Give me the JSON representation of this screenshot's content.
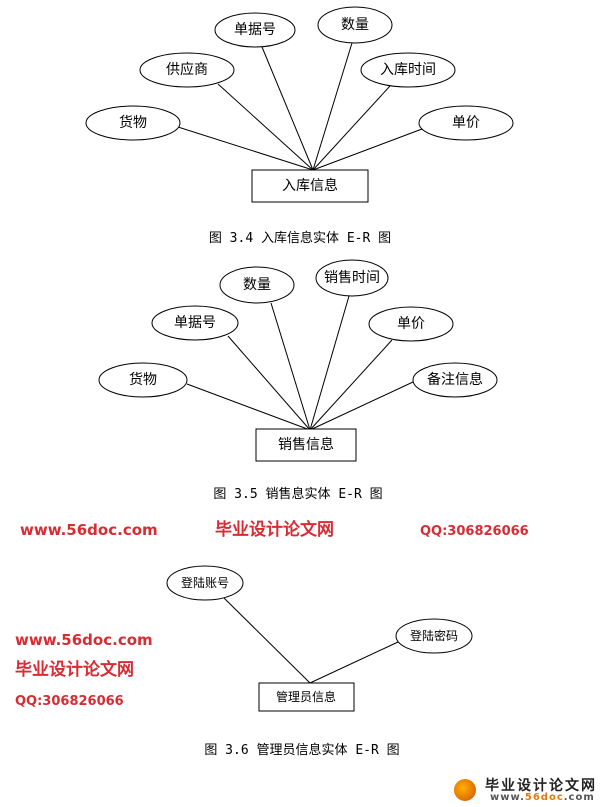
{
  "diagrams": [
    {
      "entity": "入库信息",
      "attributes": [
        "货物",
        "供应商",
        "单据号",
        "数量",
        "入库时间",
        "单价"
      ],
      "caption": "图 3.4  入库信息实体 E-R 图"
    },
    {
      "entity": "销售信息",
      "attributes": [
        "货物",
        "单据号",
        "数量",
        "销售时间",
        "单价",
        "备注信息"
      ],
      "caption": "图 3.5  销售息实体 E-R 图"
    },
    {
      "entity": "管理员信息",
      "attributes": [
        "登陆账号",
        "登陆密码"
      ],
      "caption": "图 3.6 管理员信息实体 E-R 图"
    }
  ],
  "watermark": {
    "site": "毕业设计论文网",
    "url": "www.56doc.com",
    "qq": "QQ:306826066"
  },
  "logo": {
    "title": "毕业设计论文网",
    "url_prefix": "www.",
    "url_brand": "56doc",
    ".com": ".com"
  }
}
